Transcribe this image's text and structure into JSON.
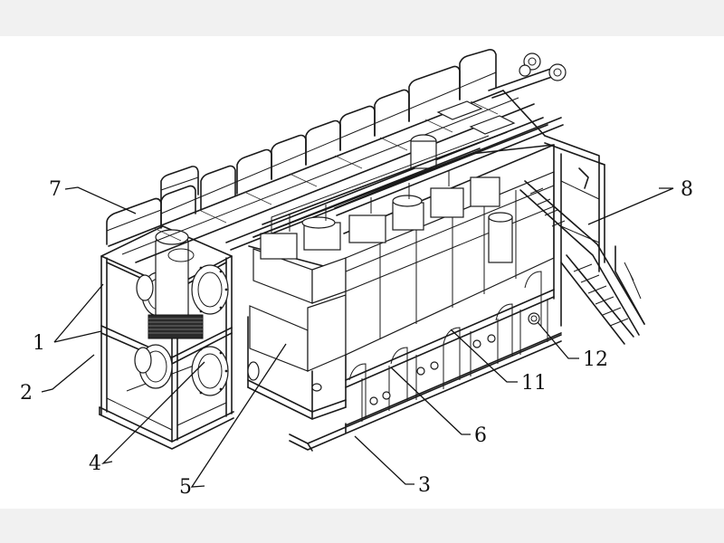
{
  "labels": {
    "l1": "1",
    "l2": "2",
    "l3": "3",
    "l4": "4",
    "l5": "5",
    "l6": "6",
    "l7": "7",
    "l8": "8",
    "l11": "11",
    "l12": "12"
  }
}
